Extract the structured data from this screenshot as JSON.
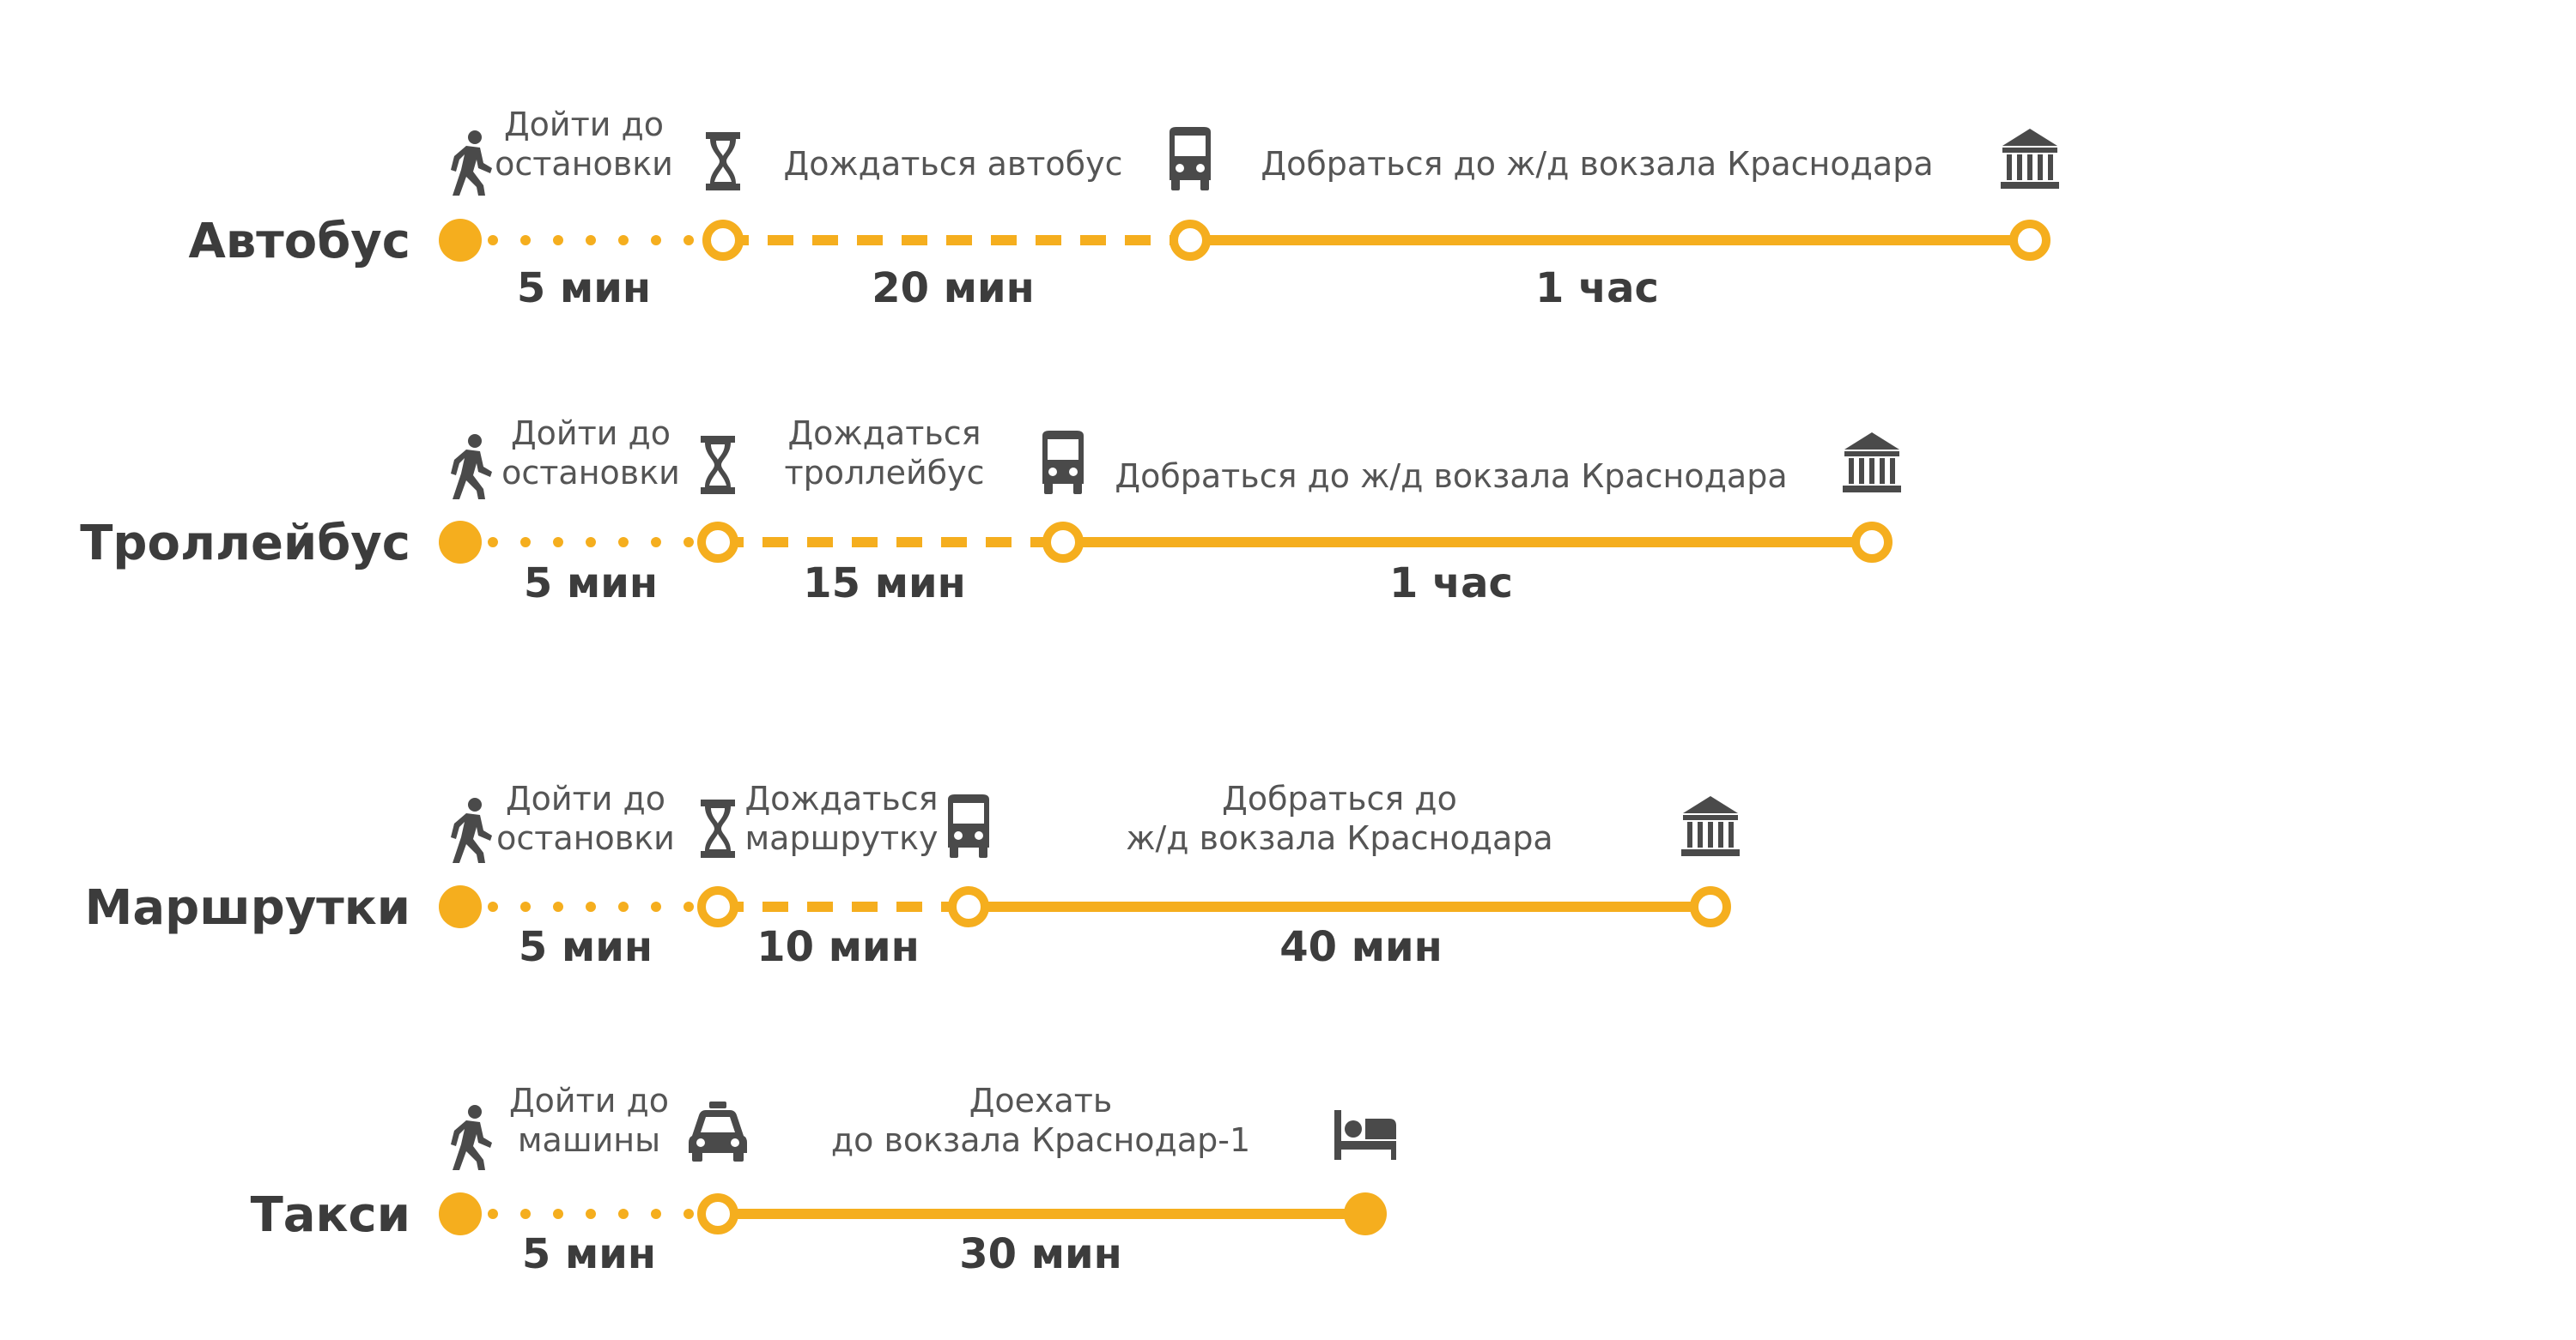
{
  "colors": {
    "accent": "#F5AE1E",
    "text": "#3c3c3c",
    "step_text": "#555555",
    "icon": "#4a4a4a"
  },
  "routes": [
    {
      "mode": "Автобус",
      "steps": [
        {
          "icon": "walking-person-icon",
          "label": [
            "Дойти до",
            "остановки"
          ],
          "duration": "5 мин"
        },
        {
          "icon": "hourglass-icon",
          "label": [
            "Дождаться автобус"
          ],
          "duration": "20 мин"
        },
        {
          "icon": "bus-icon",
          "label": [
            "Добраться до ж/д вокзала Краснодара"
          ],
          "duration": "1 час"
        }
      ],
      "end_icon": "station-building-icon"
    },
    {
      "mode": "Троллейбус",
      "steps": [
        {
          "icon": "walking-person-icon",
          "label": [
            "Дойти до",
            "остановки"
          ],
          "duration": "5 мин"
        },
        {
          "icon": "hourglass-icon",
          "label": [
            "Дождаться",
            "троллейбус"
          ],
          "duration": "15 мин"
        },
        {
          "icon": "bus-icon",
          "label": [
            "Добраться до ж/д вокзала Краснодара"
          ],
          "duration": "1 час"
        }
      ],
      "end_icon": "station-building-icon"
    },
    {
      "mode": "Маршрутки",
      "steps": [
        {
          "icon": "walking-person-icon",
          "label": [
            "Дойти до",
            "остановки"
          ],
          "duration": "5 мин"
        },
        {
          "icon": "hourglass-icon",
          "label": [
            "Дождаться",
            "маршрутку"
          ],
          "duration": "10 мин"
        },
        {
          "icon": "bus-icon",
          "label": [
            "Добраться до",
            "ж/д вокзала Краснодара"
          ],
          "duration": "40 мин"
        }
      ],
      "end_icon": "station-building-icon"
    },
    {
      "mode": "Такси",
      "steps": [
        {
          "icon": "walking-person-icon",
          "label": [
            "Дойти до",
            "машины"
          ],
          "duration": "5 мин"
        },
        {
          "icon": "taxi-icon",
          "label": [
            "Доехать",
            "до вокзала Краснодар-1"
          ],
          "duration": "30 мин"
        }
      ],
      "end_icon": "bed-icon"
    }
  ]
}
